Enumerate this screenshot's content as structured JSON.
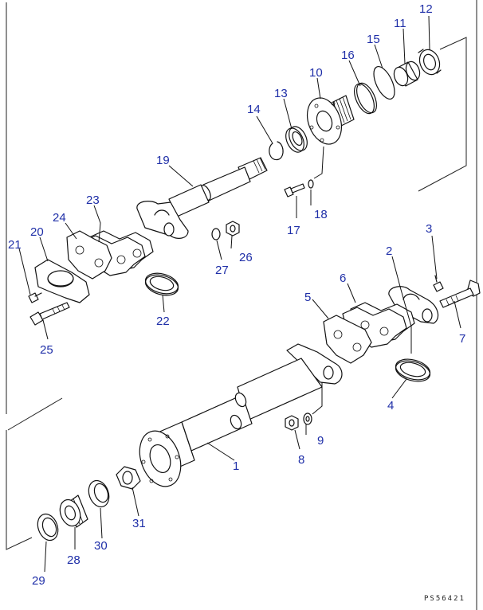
{
  "diagram": {
    "drawing_code": "PS56421",
    "callouts": {
      "c1": "1",
      "c2": "2",
      "c3": "3",
      "c4": "4",
      "c5": "5",
      "c6": "6",
      "c7": "7",
      "c8": "8",
      "c9": "9",
      "c10": "10",
      "c11": "11",
      "c12": "12",
      "c13": "13",
      "c14": "14",
      "c15": "15",
      "c16": "16",
      "c17": "17",
      "c18": "18",
      "c19": "19",
      "c20": "20",
      "c21": "21",
      "c22": "22",
      "c23": "23",
      "c24": "24",
      "c25": "25",
      "c26": "26",
      "c27": "27",
      "c28": "28",
      "c29": "29",
      "c30": "30",
      "c31": "31"
    },
    "colors": {
      "line": "#111111",
      "callout": "#1f2fa8",
      "background": "#ffffff"
    }
  }
}
